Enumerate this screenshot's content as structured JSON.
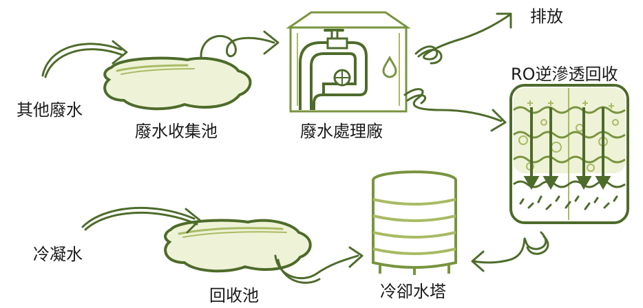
{
  "labels": {
    "other_wastewater": "其他廢水",
    "wastewater_pool": "廢水收集池",
    "treatment_plant": "廢水處理廠",
    "discharge": "排放",
    "ro_recovery": "RO逆滲透回收",
    "condensate": "冷凝水",
    "recovery_pool": "回收池",
    "cooling_tower": "冷卻水塔"
  },
  "colors": {
    "dark_green": "#4d6b2a",
    "mid_green": "#78943e",
    "light_green": "#a8bb63",
    "pale_green": "#e9eecf",
    "text": "#1a1a1a"
  }
}
